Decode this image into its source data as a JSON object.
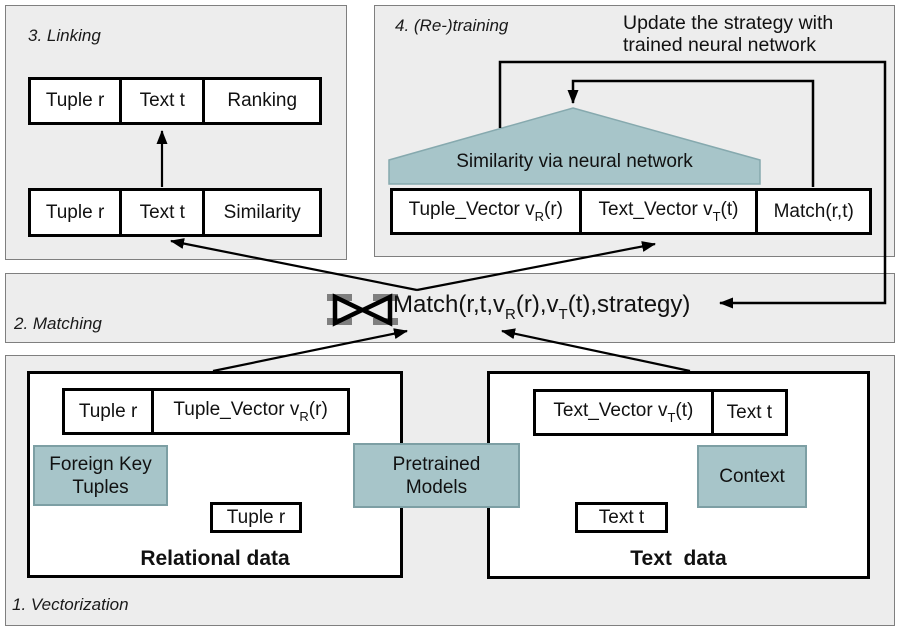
{
  "colors": {
    "panel_bg": "#ededed",
    "panel_border": "#7f7f7f",
    "teal_fill": "#a7c5c9",
    "teal_stroke": "#86a9ae",
    "box_border": "#000000"
  },
  "linking": {
    "title": "3. Linking",
    "top_row": [
      "Tuple r",
      "Text t",
      "Ranking"
    ],
    "bottom_row": [
      "Tuple r",
      "Text t",
      "Similarity"
    ]
  },
  "retraining": {
    "title": "4. (Re-)training",
    "annotation": "Update the strategy with\ntrained neural network",
    "nn_label": "Similarity via neural network",
    "tuple_vector": {
      "pre": "Tuple_Vector v",
      "sub": "R",
      "post": "(r)"
    },
    "text_vector": {
      "pre": "Text_Vector v",
      "sub": "T",
      "post": "(t)"
    },
    "match_cell": "Match(r,t)"
  },
  "matching": {
    "title": "2. Matching",
    "join_icon": "relational-join-bowtie",
    "formula": {
      "p1": "Match(r,t,v",
      "s1": "R",
      "p2": "(r),v",
      "s2": "T",
      "p3": "(t),strategy)"
    }
  },
  "vectorization": {
    "title": "1. Vectorization",
    "relational": {
      "label": "Relational data",
      "tuple_cell": "Tuple r",
      "tuple_vector": {
        "pre": "Tuple_Vector v",
        "sub": "R",
        "post": "(r)"
      },
      "foreign_key": "Foreign Key\nTuples",
      "tuple_box": "Tuple r"
    },
    "pretrained": "Pretrained\nModels",
    "text": {
      "label": "Text  data",
      "text_vector": {
        "pre": "Text_Vector v",
        "sub": "T",
        "post": "(t)"
      },
      "text_cell": "Text t",
      "context": "Context",
      "text_box": "Text t"
    }
  }
}
